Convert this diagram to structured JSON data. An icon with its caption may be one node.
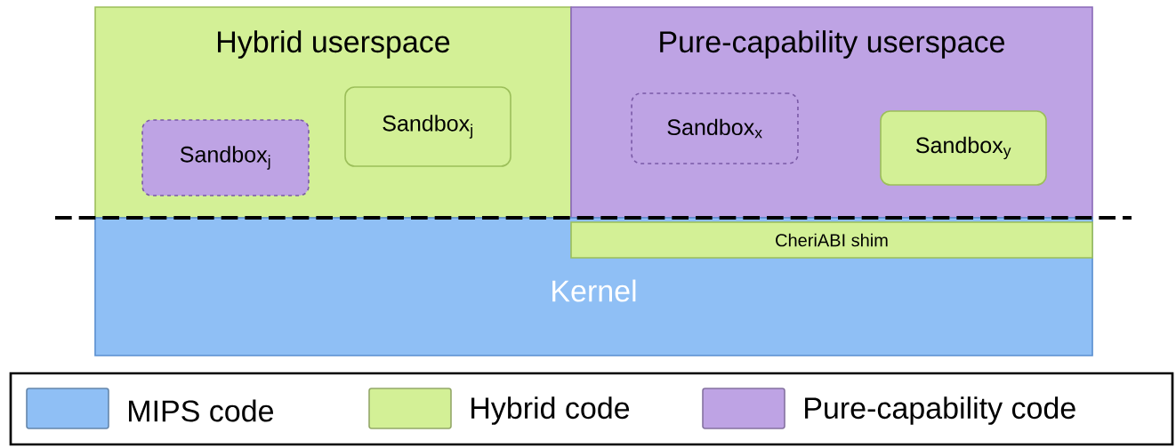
{
  "diagram": {
    "nodes": [
      {
        "text": [
          "Hybrid userspace"
        ]
      },
      {
        "text": [
          "Sandbox$_{j}$"
        ],
        "in": 0
      },
      {
        "text": [
          "Sandbox$_{j}$"
        ],
        "in": 0
      },
      {
        "text": [
          "Pure-capability userspace"
        ]
      },
      {
        "text": [
          "Sandbox$_{x}$"
        ],
        "in": 3
      },
      {
        "text": [
          "Sandbox$_{y}$"
        ],
        "in": 3
      },
      {
        "text": [
          "Kernel"
        ]
      },
      {
        "text": [
          "CheriABI shim"
        ],
        "in": 6
      }
    ],
    "legend": [
      {
        "text": "MIPS code",
        "color": "#8fbff5"
      },
      {
        "text": "Hybrid code",
        "color": "#d3f096"
      },
      {
        "text": "Pure-capability code",
        "color": "#bea3e4"
      }
    ]
  }
}
